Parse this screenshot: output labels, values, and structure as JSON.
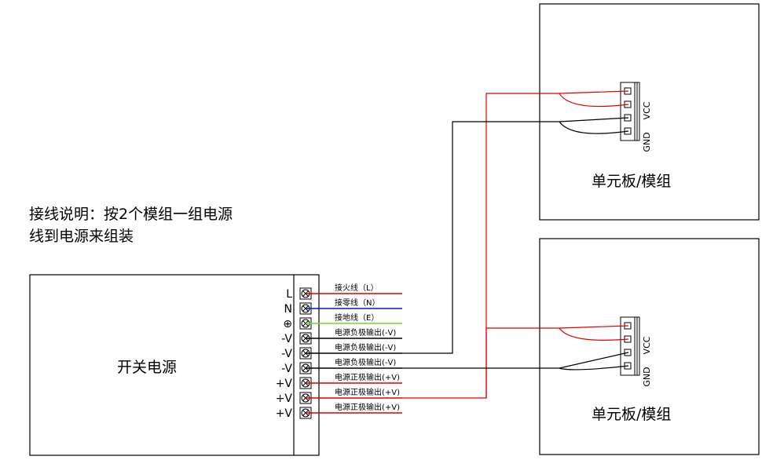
{
  "note": {
    "line1": "接线说明：按2个模组一组电源",
    "line2": "线到电源来组装"
  },
  "power_supply": {
    "label": "开关电源",
    "terminals": [
      {
        "label": "L",
        "wire_label": "接火线（L）",
        "color": "#e00000"
      },
      {
        "label": "N",
        "wire_label": "接零线（N）",
        "color": "#0018c8"
      },
      {
        "label": "⊕",
        "wire_label": "接地线（E）",
        "color": "#66dd22"
      },
      {
        "label": "-V",
        "wire_label": "电源负极输出(-V)",
        "color": "#000000"
      },
      {
        "label": "-V",
        "wire_label": "电源负极输出(-V)",
        "color": "#000000"
      },
      {
        "label": "-V",
        "wire_label": "电源负极输出(-V)",
        "color": "#000000"
      },
      {
        "label": "+V",
        "wire_label": "电源正极输出(+V)",
        "color": "#e00000"
      },
      {
        "label": "+V",
        "wire_label": "电源正极输出(+V)",
        "color": "#e00000"
      },
      {
        "label": "+V",
        "wire_label": "电源正极输出(+V)",
        "color": "#e00000"
      }
    ]
  },
  "modules": [
    {
      "label": "单元板/模组",
      "vcc_label": "VCC",
      "gnd_label": "GND"
    },
    {
      "label": "单元板/模组",
      "vcc_label": "VCC",
      "gnd_label": "GND"
    }
  ],
  "colors": {
    "positive": "#e00000",
    "negative": "#000000",
    "neutral": "#0018c8",
    "earth": "#66dd22"
  }
}
